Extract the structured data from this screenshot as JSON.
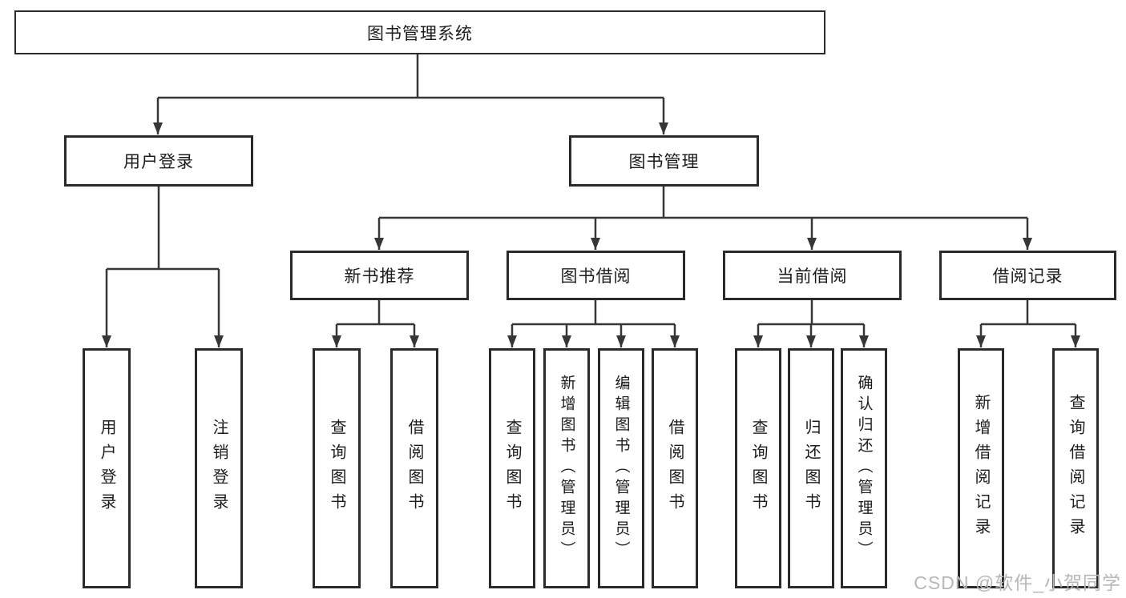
{
  "tree": {
    "root": {
      "label": "图书管理系统",
      "children": [
        {
          "label": "用户登录",
          "children": [
            {
              "label": "用户登录"
            },
            {
              "label": "注销登录"
            }
          ]
        },
        {
          "label": "图书管理",
          "children": [
            {
              "label": "新书推荐",
              "children": [
                {
                  "label": "查询图书"
                },
                {
                  "label": "借阅图书"
                }
              ]
            },
            {
              "label": "图书借阅",
              "children": [
                {
                  "label": "查询图书"
                },
                {
                  "label": "新增图书（管理员）"
                },
                {
                  "label": "编辑图书（管理员）"
                },
                {
                  "label": "借阅图书"
                }
              ]
            },
            {
              "label": "当前借阅",
              "children": [
                {
                  "label": "查询图书"
                },
                {
                  "label": "归还图书"
                },
                {
                  "label": "确认归还（管理员）"
                }
              ]
            },
            {
              "label": "借阅记录",
              "children": [
                {
                  "label": "新增借阅记录"
                },
                {
                  "label": "查询借阅记录"
                }
              ]
            }
          ]
        }
      ]
    }
  },
  "watermark": {
    "text": "CSDN @软件_小贺同学"
  },
  "colors": {
    "line": "#363636",
    "box_border": "#2a2a2a",
    "text": "#1c1c1c",
    "background": "#ffffff",
    "watermark": "#b7b7b7"
  }
}
